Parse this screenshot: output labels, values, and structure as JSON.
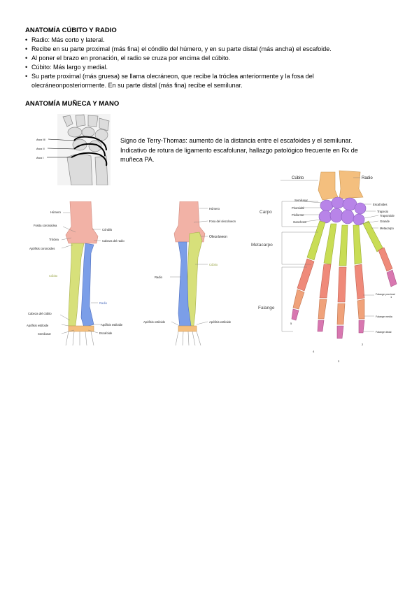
{
  "section1": {
    "title": "ANATOMÍA CÚBITO Y RADIO",
    "bullets": [
      "Radio: Más corto y lateral.",
      "Recibe en su parte proximal (más fina) el cóndilo del húmero, y en su parte distal (más ancha) el escafoide.",
      "Al poner el brazo en pronación, el radio se cruza por encima del cúbito.",
      "Cúbito: Más largo y medial.",
      "Su parte proximal (más gruesa) se llama olecráneon, que recibe la tróclea anteriormente y la fosa del olecráneonposteriormente. En su parte distal (más fina) recibe el semilunar."
    ]
  },
  "section2": {
    "title": "ANATOMÍA MUÑECA Y MANO",
    "sign_lines": [
      "Signo de Terry-Thomas: aumento de la distancia entre el escafoides y el semilunar.",
      "Indicativo de rotura de ligamento escafolunar, hallazgo patológico frecuente en Rx de",
      "muñeca PA."
    ]
  },
  "xray_labels": [
    "Arco III",
    "Arco II",
    "Arco I"
  ],
  "forearm_front": {
    "labels": [
      "Húmero",
      "Fosita coronoidea",
      "Cóndilo",
      "Tróclea",
      "Cabeza del radio",
      "Apófisis coronoides",
      "Cúbito",
      "Radio",
      "Cabeza del cúbito",
      "Apófisis estiloide",
      "Apófisis estiloide",
      "Semilunar",
      "Escafoide"
    ]
  },
  "forearm_back": {
    "labels": [
      "Húmero",
      "Fosa del olecráneon",
      "Olecráneon",
      "Cúbito",
      "Radio",
      "Apófisis estiloide",
      "Apófisis estiloide"
    ]
  },
  "hand": {
    "labels": [
      "Cúbito",
      "Radio",
      "Semilunar",
      "Carpo",
      "Piramidal",
      "Pisiforme",
      "Ganchoso",
      "Escafoides",
      "Trapecio",
      "Trapezoide",
      "Grande",
      "Metacarpo",
      "Metacarpo",
      "Falange",
      "Falange proximal",
      "Falange media",
      "Falange distal"
    ],
    "finger_numbers": [
      "1",
      "2",
      "3",
      "4",
      "5"
    ]
  },
  "colors": {
    "humerus": "#f2b2a6",
    "ulna_front": "#d7e07a",
    "radius_front": "#7b9ee8",
    "carpals": "#b884e8",
    "metacarpals": "#c9dd55",
    "proximal_phalanx": "#ef8a7a",
    "middle_phalanx": "#f0a27a",
    "distal_phalanx": "#d877b0",
    "forearm_hand": "#f4bf7e"
  }
}
